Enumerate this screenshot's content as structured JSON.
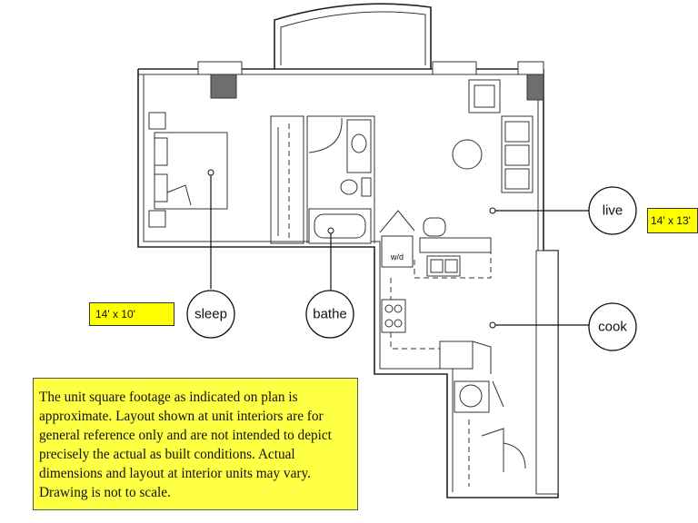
{
  "rooms": {
    "sleep": "sleep",
    "bathe": "bathe",
    "live": "live",
    "cook": "cook"
  },
  "dimensions": {
    "sleep": "14' x 10'",
    "live": "14' x 13'"
  },
  "appliance_labels": {
    "washer_dryer": "w/d"
  },
  "disclaimer": "The unit square footage as indicated on plan is approximate.  Layout shown at unit interiors are for general reference only and are not intended to depict precisely the actual as built conditions.  Actual dimensions and layout at interior units may vary.  Drawing is not to scale.",
  "colors": {
    "callout_fill": "#ffff00",
    "disclaimer_fill": "#ffff44",
    "column_fill": "#6e6e6e"
  }
}
